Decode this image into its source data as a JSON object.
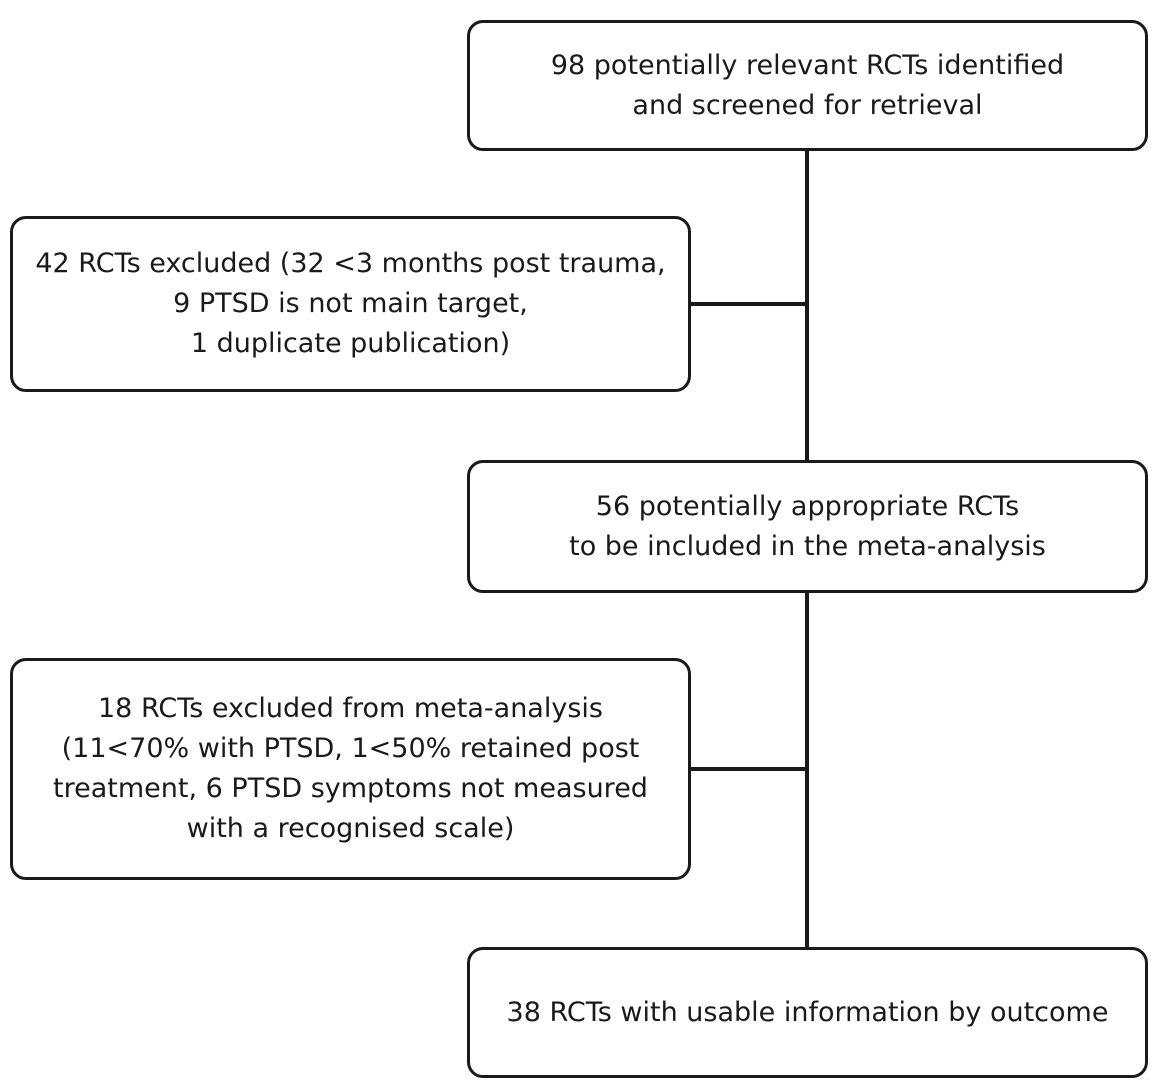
{
  "flowchart": {
    "identified": "98 potentially relevant RCTs identified\nand screened for retrieval",
    "excluded_first": "42 RCTs excluded (32 <3 months post trauma,\n9 PTSD is not main target,\n1 duplicate publication)",
    "appropriate": "56 potentially appropriate RCTs\nto be included in the meta-analysis",
    "excluded_second": "18 RCTs excluded from meta-analysis\n(11<70% with PTSD, 1<50% retained post\ntreatment, 6 PTSD symptoms not measured\nwith a recognised scale)",
    "usable": "38 RCTs with usable information by outcome"
  },
  "colors": {
    "line": "#1a1a1a",
    "box_border": "#1a1a1a",
    "background": "#ffffff"
  }
}
